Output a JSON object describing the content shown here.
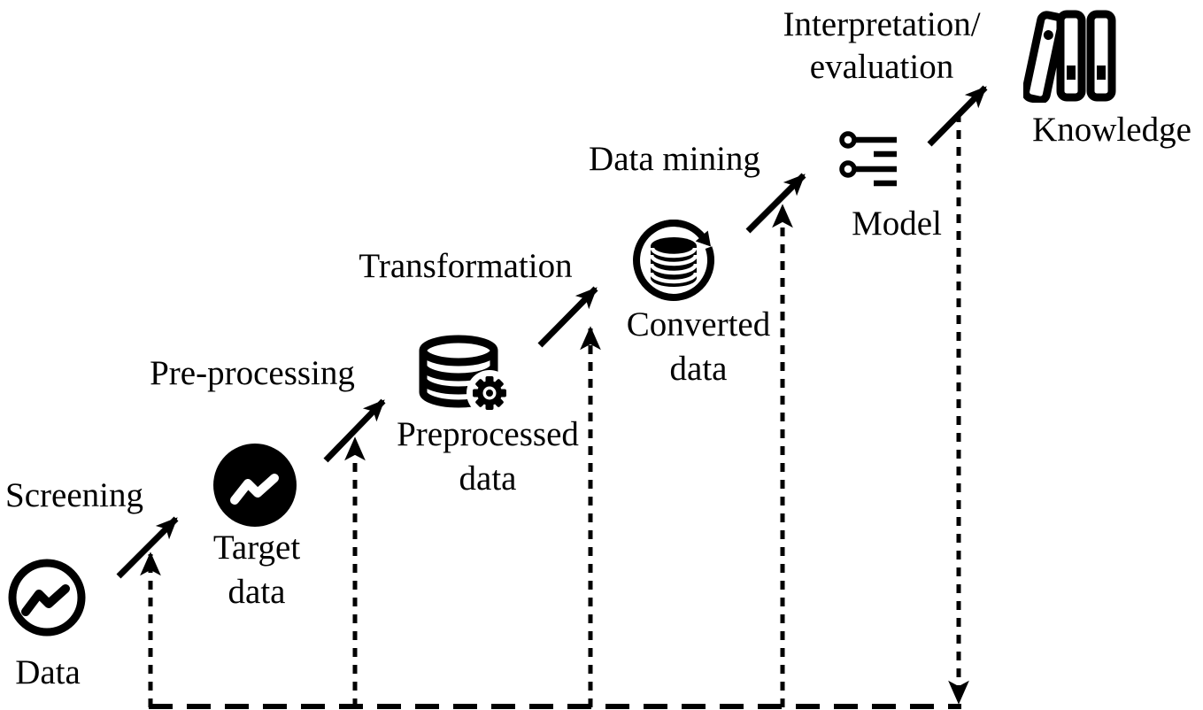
{
  "diagram": {
    "colors": {
      "ink": "#000000",
      "background": "#ffffff"
    },
    "stages": [
      {
        "icon": "trend-circle-icon",
        "label_lines": [
          "Data"
        ]
      },
      {
        "icon": "trend-circle-filled-icon",
        "label_lines": [
          "Target",
          "data"
        ]
      },
      {
        "icon": "database-gear-icon",
        "label_lines": [
          "Preprocessed",
          "data"
        ]
      },
      {
        "icon": "database-refresh-icon",
        "label_lines": [
          "Converted",
          "data"
        ]
      },
      {
        "icon": "model-sliders-icon",
        "label_lines": [
          "Model"
        ]
      },
      {
        "icon": "books-icon",
        "label_lines": [
          "Knowledge"
        ]
      }
    ],
    "transitions": [
      {
        "label_lines": [
          "Screening"
        ]
      },
      {
        "label_lines": [
          "Pre-processing"
        ]
      },
      {
        "label_lines": [
          "Transformation"
        ]
      },
      {
        "label_lines": [
          "Data mining"
        ]
      },
      {
        "label_lines": [
          "Interpretation/",
          "evaluation"
        ]
      }
    ]
  }
}
